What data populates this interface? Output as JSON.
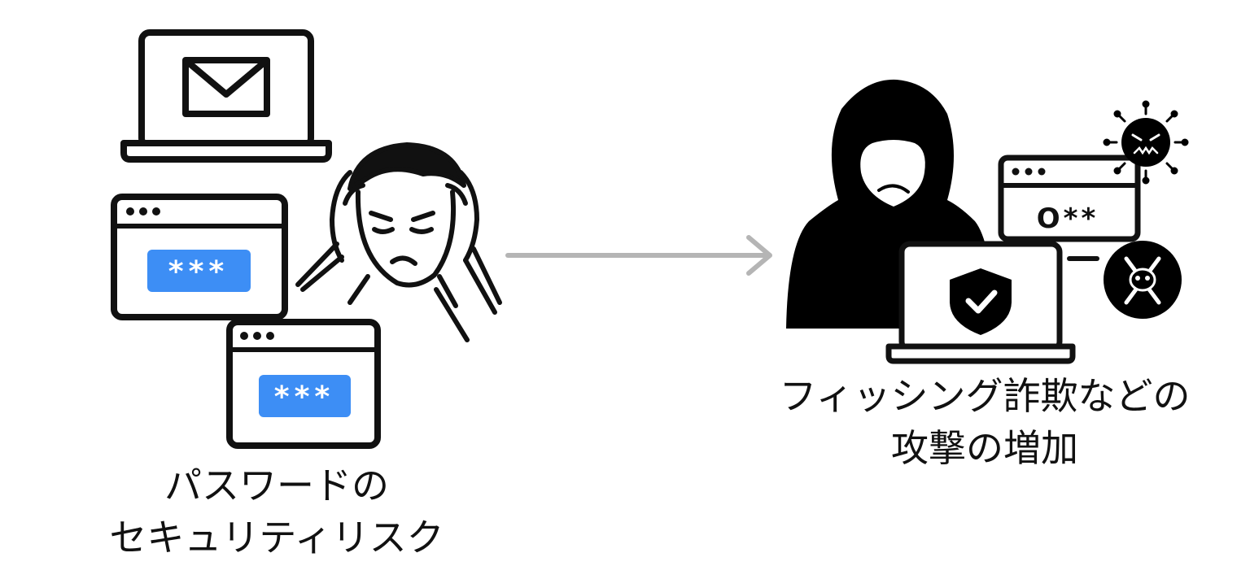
{
  "left": {
    "caption_line1": "パスワードの",
    "caption_line2": "セキュリティリスク",
    "password_mask": "***",
    "icons": [
      "laptop-icon",
      "mail-icon",
      "browser-window-icon",
      "password-field-icon",
      "worried-person-icon"
    ]
  },
  "right": {
    "caption_line1": "フィッシング詐欺などの",
    "caption_line2": "攻撃の増加",
    "password_text": "O**",
    "icons": [
      "hacker-icon",
      "laptop-icon",
      "shield-check-icon",
      "browser-window-icon",
      "virus-icon",
      "skull-icon"
    ]
  },
  "colors": {
    "accent": "#3d8ef5",
    "ink": "#111111",
    "arrow": "#b5b5b5",
    "background": "#ffffff"
  }
}
